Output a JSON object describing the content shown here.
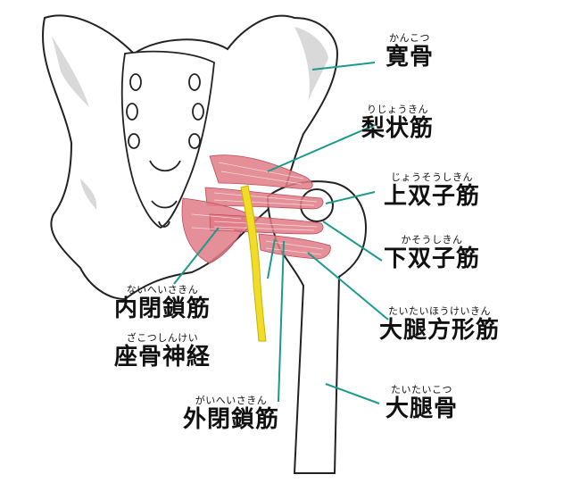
{
  "labels": {
    "ilium": {
      "ruby": "かんこつ",
      "kanji": "寛骨"
    },
    "piriformis": {
      "ruby": "りじょうきん",
      "kanji": "梨状筋"
    },
    "superior_gemellus": {
      "ruby": "じょうそうしきん",
      "kanji": "上双子筋"
    },
    "inferior_gemellus": {
      "ruby": "かそうしきん",
      "kanji": "下双子筋"
    },
    "obturator_internus": {
      "ruby": "ないへいさきん",
      "kanji": "内閉鎖筋"
    },
    "sciatic_nerve": {
      "ruby": "ざこつしんけい",
      "kanji": "座骨神経"
    },
    "quadratus_femoris": {
      "ruby": "たいたいほうけいきん",
      "kanji": "大腿方形筋"
    },
    "obturator_externus": {
      "ruby": "がいへいさきん",
      "kanji": "外閉鎖筋"
    },
    "femur": {
      "ruby": "たいたいこつ",
      "kanji": "大腿骨"
    }
  },
  "colors": {
    "leader_line": "#1a9a8c",
    "muscle": "#e07b86",
    "nerve": "#f2dc2a",
    "bone_shadow": "#d9d9d9"
  }
}
